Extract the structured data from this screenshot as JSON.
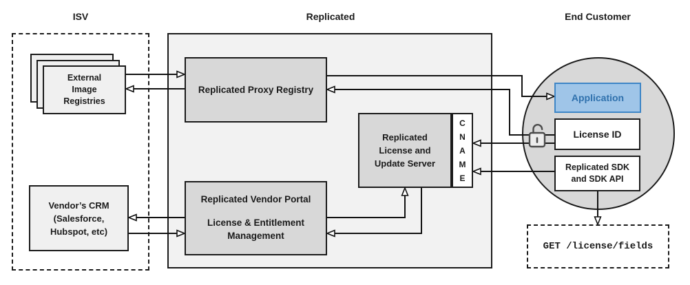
{
  "sections": [
    {
      "label": "ISV"
    },
    {
      "label": "Replicated"
    },
    {
      "label": "End Customer"
    }
  ],
  "nodes": {
    "external_image_registries": {
      "lines": [
        "External",
        "Image",
        "Registries"
      ]
    },
    "vendors_crm": {
      "lines": [
        "Vendor’s CRM",
        "(Salesforce,",
        "Hubspot, etc)"
      ]
    },
    "proxy_registry": {
      "label": "Replicated Proxy Registry"
    },
    "license_update_server": {
      "lines": [
        "Replicated",
        "License and",
        "Update Server"
      ]
    },
    "cname": {
      "letters": [
        "C",
        "N",
        "A",
        "M",
        "E"
      ]
    },
    "vendor_portal": {
      "title": "Replicated Vendor Portal",
      "sub": [
        "License & Entitlement",
        "Management"
      ]
    },
    "application": {
      "label": "Application"
    },
    "license_id": {
      "label": "License ID"
    },
    "replicated_sdk": {
      "lines": [
        "Replicated SDK",
        "and SDK API"
      ]
    },
    "get_endpoint": {
      "label": "GET /license/fields"
    }
  },
  "icons": {
    "unlock_icon": "unlocked-padlock"
  },
  "colors": {
    "line": "#111111",
    "group_fill": "#f2f2f2",
    "node_gray": "#d8d8d8",
    "node_light": "#f0f0f0",
    "app_fill": "#9fc5e8",
    "app_border": "#3d85c6",
    "app_text": "#2f71ad"
  }
}
